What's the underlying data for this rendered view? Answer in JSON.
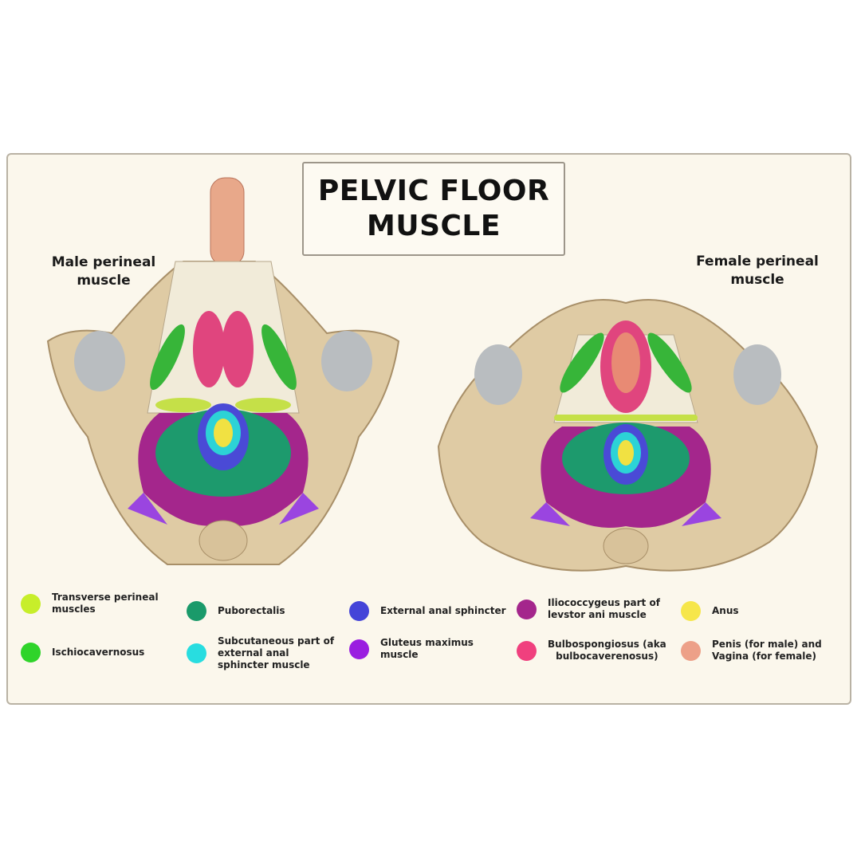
{
  "title": {
    "line1": "PELVIC FLOOR",
    "line2": "MUSCLE"
  },
  "male_label": {
    "line1": "Male perineal",
    "line2": "muscle"
  },
  "female_label": {
    "line1": "Female perineal",
    "line2": "muscle"
  },
  "legend": [
    {
      "lines": [
        "Transverse perineal",
        "muscles"
      ],
      "color": "#c7ee2a"
    },
    {
      "lines": [
        "Ischiocavernosus"
      ],
      "color": "#2fd42a"
    },
    {
      "lines": [
        "Puborectalis"
      ],
      "color": "#1a9a6a"
    },
    {
      "lines": [
        "Subcutaneous part of",
        "external anal",
        "sphincter muscle"
      ],
      "color": "#28dde0"
    },
    {
      "lines": [
        "External anal sphincter"
      ],
      "color": "#4444d8"
    },
    {
      "lines": [
        "Gluteus maximus",
        "muscle"
      ],
      "color": "#9a1ee0"
    },
    {
      "lines": [
        "Iliococcygeus part of",
        "levstor ani muscle"
      ],
      "color": "#a4268c"
    },
    {
      "lines": [
        "Bulbospongiosus (aka",
        "bulbocaverenosus)"
      ],
      "color": "#f0407e"
    },
    {
      "lines": [
        "Anus"
      ],
      "color": "#f6e64a"
    },
    {
      "lines": [
        "Penis (for male) and",
        "Vagina (for female)"
      ],
      "color": "#eda088"
    }
  ]
}
